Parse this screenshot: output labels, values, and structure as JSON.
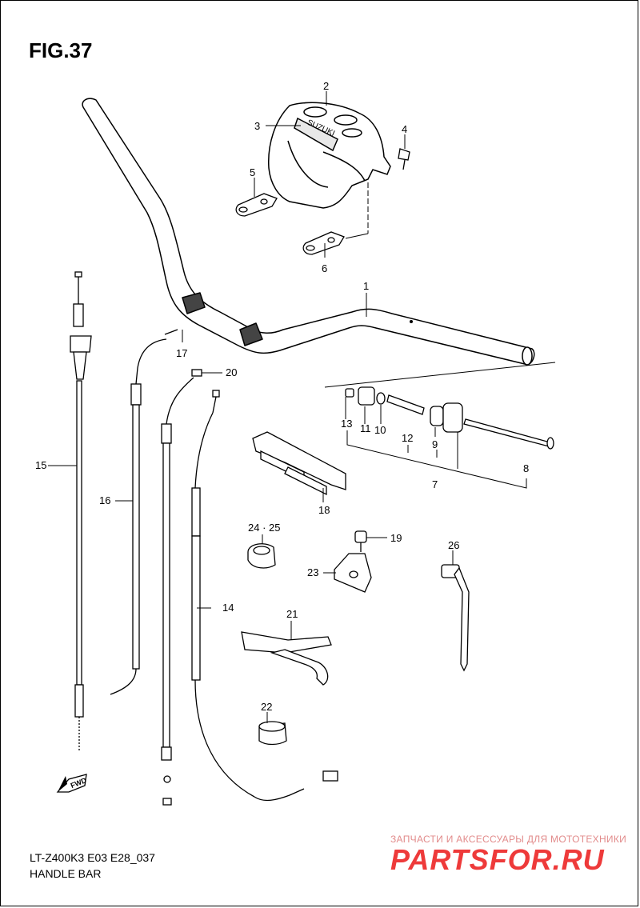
{
  "figure": {
    "title": "FIG.37",
    "model_code": "LT-Z400K3 E03 E28_037",
    "name": "HANDLE BAR"
  },
  "callouts": {
    "c1": "1",
    "c2": "2",
    "c3": "3",
    "c4": "4",
    "c5": "5",
    "c6": "6",
    "c7": "7",
    "c8": "8",
    "c9": "9",
    "c10": "10",
    "c11": "11",
    "c12": "12",
    "c13": "13",
    "c14": "14",
    "c15": "15",
    "c16": "16",
    "c17": "17",
    "c18": "18",
    "c19": "19",
    "c20": "20",
    "c21": "21",
    "c22": "22",
    "c23": "23",
    "c24_25": "24 · 25",
    "c26": "26"
  },
  "cover_text": "SUZUKI",
  "fwd_label": "FWD",
  "watermark": {
    "tagline": "ЗАПЧАСТИ И АКСЕССУАРЫ ДЛЯ МОТОТЕХНИКИ",
    "logo": "PARTSFOR.RU"
  },
  "colors": {
    "ink": "#000000",
    "watermark": "#ee3a3a"
  }
}
